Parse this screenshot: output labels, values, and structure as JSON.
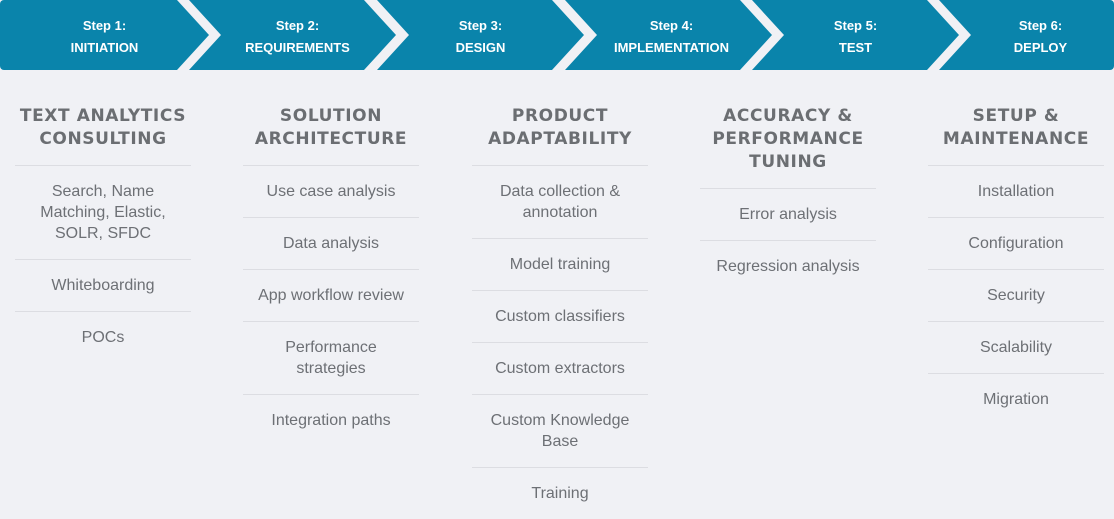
{
  "colors": {
    "accent": "#0a84ab",
    "background": "#f0f1f5",
    "text": "#6d7075",
    "divider": "#dcdde2"
  },
  "steps": [
    {
      "number": "Step 1:",
      "label": "INITIATION"
    },
    {
      "number": "Step 2:",
      "label": "REQUIREMENTS"
    },
    {
      "number": "Step 3:",
      "label": "DESIGN"
    },
    {
      "number": "Step 4:",
      "label": "IMPLEMENTATION"
    },
    {
      "number": "Step 5:",
      "label": "TEST"
    },
    {
      "number": "Step 6:",
      "label": "DEPLOY"
    }
  ],
  "columns": [
    {
      "title": [
        "TEXT ANALYTICS",
        "CONSULTING"
      ],
      "items": [
        [
          "Search, Name",
          "Matching, Elastic,",
          "SOLR, SFDC"
        ],
        [
          "Whiteboarding"
        ],
        [
          "POCs"
        ]
      ]
    },
    {
      "title": [
        "SOLUTION",
        "ARCHITECTURE"
      ],
      "items": [
        [
          "Use case analysis"
        ],
        [
          "Data analysis"
        ],
        [
          "App workflow review"
        ],
        [
          "Performance",
          "strategies"
        ],
        [
          "Integration paths"
        ]
      ]
    },
    {
      "title": [
        "PRODUCT",
        "ADAPTABILITY"
      ],
      "items": [
        [
          "Data collection &",
          "annotation"
        ],
        [
          "Model training"
        ],
        [
          "Custom classifiers"
        ],
        [
          "Custom extractors"
        ],
        [
          "Custom Knowledge",
          "Base"
        ],
        [
          "Training"
        ]
      ]
    },
    {
      "title": [
        "ACCURACY &",
        "PERFORMANCE",
        "TUNING"
      ],
      "items": [
        [
          "Error analysis"
        ],
        [
          "Regression analysis"
        ]
      ]
    },
    {
      "title": [
        "SETUP &",
        "MAINTENANCE"
      ],
      "items": [
        [
          "Installation"
        ],
        [
          "Configuration"
        ],
        [
          "Security"
        ],
        [
          "Scalability"
        ],
        [
          "Migration"
        ]
      ]
    }
  ]
}
